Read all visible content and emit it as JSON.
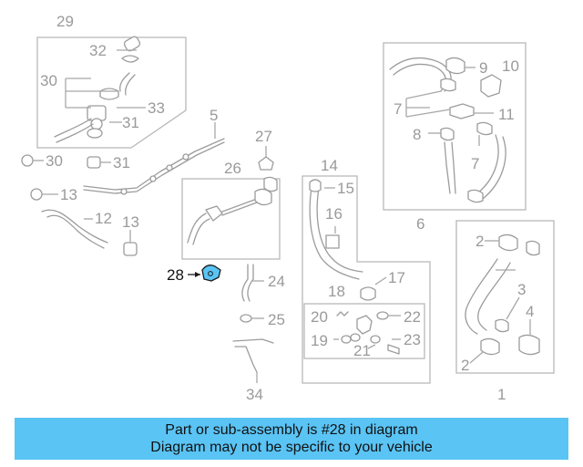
{
  "colors": {
    "banner_bg": "#5ac4f5",
    "highlight_part": "#5ac4f5",
    "line_gray": "#9c9c9c"
  },
  "callouts": {
    "c1": "1",
    "c2a": "2",
    "c2b": "2",
    "c3": "3",
    "c4": "4",
    "c5": "5",
    "c6": "6",
    "c7a": "7",
    "c7b": "7",
    "c8": "8",
    "c9": "9",
    "c10": "10",
    "c11": "11",
    "c12": "12",
    "c13a": "13",
    "c13b": "13",
    "c14": "14",
    "c15": "15",
    "c16": "16",
    "c17": "17",
    "c18": "18",
    "c19": "19",
    "c20": "20",
    "c21": "21",
    "c22": "22",
    "c23": "23",
    "c24": "24",
    "c25": "25",
    "c26": "26",
    "c27": "27",
    "c28": "28",
    "c29": "29",
    "c30a": "30",
    "c30b": "30",
    "c31a": "31",
    "c31b": "31",
    "c32": "32",
    "c33": "33",
    "c34": "34"
  },
  "banner": {
    "line1": "Part or sub-assembly is #28 in diagram",
    "line2": "Diagram may not be specific to your vehicle"
  }
}
